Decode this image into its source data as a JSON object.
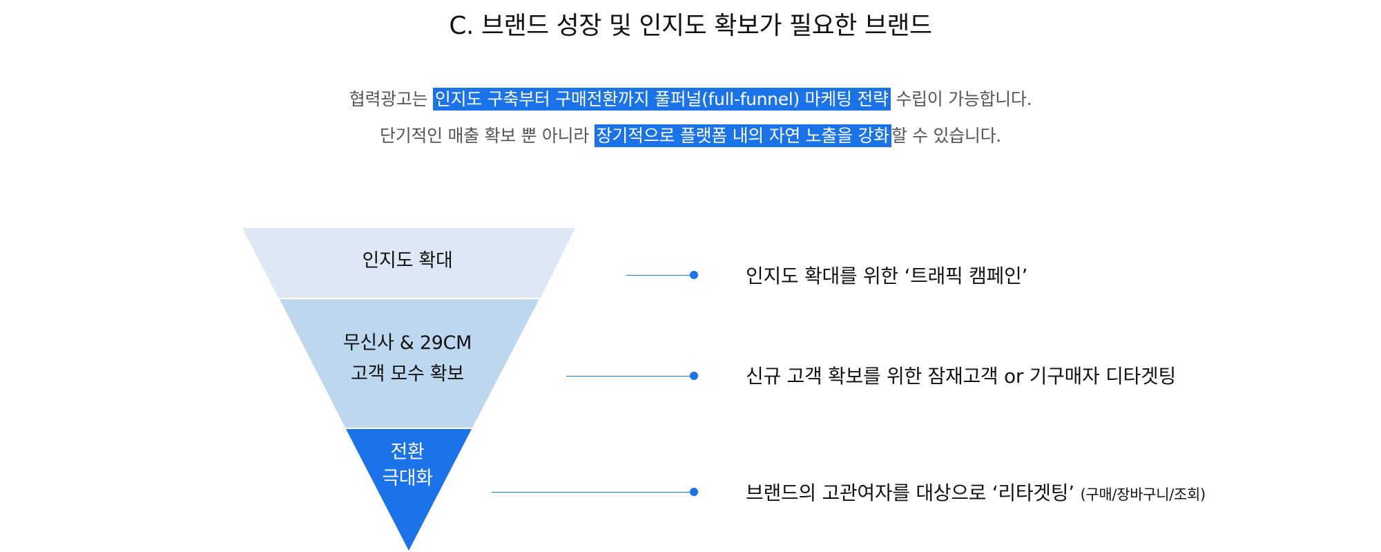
{
  "title": "C. 브랜드 성장 및 인지도 확보가 필요한 브랜드",
  "description": {
    "line1": {
      "pre": "협력광고는 ",
      "highlight": "인지도 구축부터 구매전환까지 풀퍼널(full-funnel) 마케팅 전략",
      "post": " 수립이 가능합니다."
    },
    "line2": {
      "pre": "단기적인 매출 확보 뿐 아니라 ",
      "highlight": "장기적으로 플랫폼 내의 자연 노출을 강화",
      "post": "할 수 있습니다."
    }
  },
  "funnel": {
    "stages": [
      {
        "lines": [
          "인지도 확대"
        ],
        "color": "#dde8f4"
      },
      {
        "lines": [
          "무신사 & 29CM",
          "고객 모수 확보"
        ],
        "color": "#bdd7ef"
      },
      {
        "lines": [
          "전환",
          "극대화"
        ],
        "color": "#1a73e8"
      }
    ]
  },
  "items": [
    {
      "text": "인지도 확대를 위한 ‘트래픽 캠페인’",
      "note": ""
    },
    {
      "text": "신규 고객 확보를 위한 잠재고객 or 기구매자 디타겟팅",
      "note": ""
    },
    {
      "text": "브랜드의 고관여자를 대상으로 ‘리타겟팅’",
      "note": "(구매/장바구니/조회)"
    }
  ],
  "colors": {
    "accent": "#1a73e8",
    "text": "#111111",
    "muted": "#555555"
  }
}
